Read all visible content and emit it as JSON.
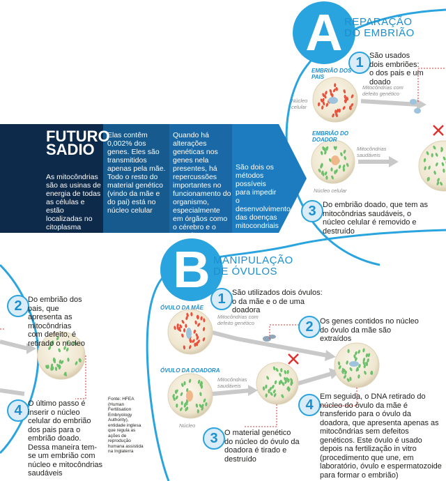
{
  "banner": {
    "title_line1": "FUTURO",
    "title_line2": "SADIO",
    "col1": "As mitocôndrias são as usinas de energia de todas as células e estão localizadas no citoplasma",
    "col2": "Elas contêm 0,002% dos genes. Eles são transmitidos apenas pela mãe. Todo o resto do material genético (vindo da mãe e do pai) está no núcleo celular",
    "col3": "Quando há alterações genéticas nos genes nela presentes, há repercussões importantes no funcionamento do organismo, especialmente em órgãos como o cérebro e o coração",
    "col4": "São dois os métodos possíveis para impedir o desenvolvimento das doenças mitocondriais",
    "colors": {
      "dark": "#0d2a4a",
      "mid": "#1a5f95",
      "light": "#1d7cc0",
      "accent": "#2aa4de"
    }
  },
  "sectionA": {
    "letter": "A",
    "title_line1": "REPARAÇÃO",
    "title_line2": "DO EMBRIÃO",
    "step1_num": "1",
    "step1_text": "São usados dois embriões: o dos pais e um doado",
    "cap_parents": "EMBRIÃO DOS PAIS",
    "cap_donor": "EMBRIÃO DO DOADOR",
    "lbl_mito_defect": "Mitocôndrias com defeito genético",
    "lbl_nucleus_cell": "Núcleo celular",
    "lbl_mito_healthy": "Mitocôndrias saudáveis",
    "lbl_nucleus_cell2": "Núcleo celular",
    "step3_num": "3",
    "step3_text": "Do embrião doado, que tem as mitocôndrias saudáveis, o núcleo celular é removido e destruído"
  },
  "leftSteps": {
    "step2_num": "2",
    "step2_text": "Do embrião dos pais, que apresenta as mitocôndrias com defeito, é retirado o núcleo",
    "step4_num": "4",
    "step4_text": "O último passo é inserir o núcleo celular do embrião dos pais para o embrião doado. Dessa maneira tem-se um embrião com núcleo e mitocôndrias saudáveis"
  },
  "source": "Fonte: HFEA (Human Fertilisation Embryology Authority), entidade inglesa que regula as ações de reprodução humana assistida na Inglaterra",
  "sectionB": {
    "letter": "B",
    "title_line1": "MANIPULAÇÃO",
    "title_line2": "DE ÓVULOS",
    "step1_num": "1",
    "step1_text": "São utilizados dois óvulos: o da mãe e o de uma doadora",
    "cap_mother": "ÓVULO DA MÃE",
    "cap_donor": "ÓVULO DA DOADORA",
    "lbl_mito_defect": "Mitocôndrias com defeito genético",
    "lbl_mito_healthy": "Mitocôndrias saudáveis",
    "lbl_nucleus": "Núcleo",
    "step2_num": "2",
    "step2_text": "Os genes contidos no núcleo do óvulo da mãe são extraídos",
    "step3_num": "3",
    "step3_text": "O material genético do núcleo do óvulo da doadora é tirado e destruído",
    "step4_num": "4",
    "step4_text": "Em seguida, o DNA retirado do núcleo do óvulo da mãe é transferido para o óvulo da doadora, que apresenta apenas as mitocôndrias sem defeitos genéticos. Este óvulo é usado depois na fertilização in vitro (procedimento que une, em laboratório, óvulo e espermatozoide para formar o embrião)"
  }
}
